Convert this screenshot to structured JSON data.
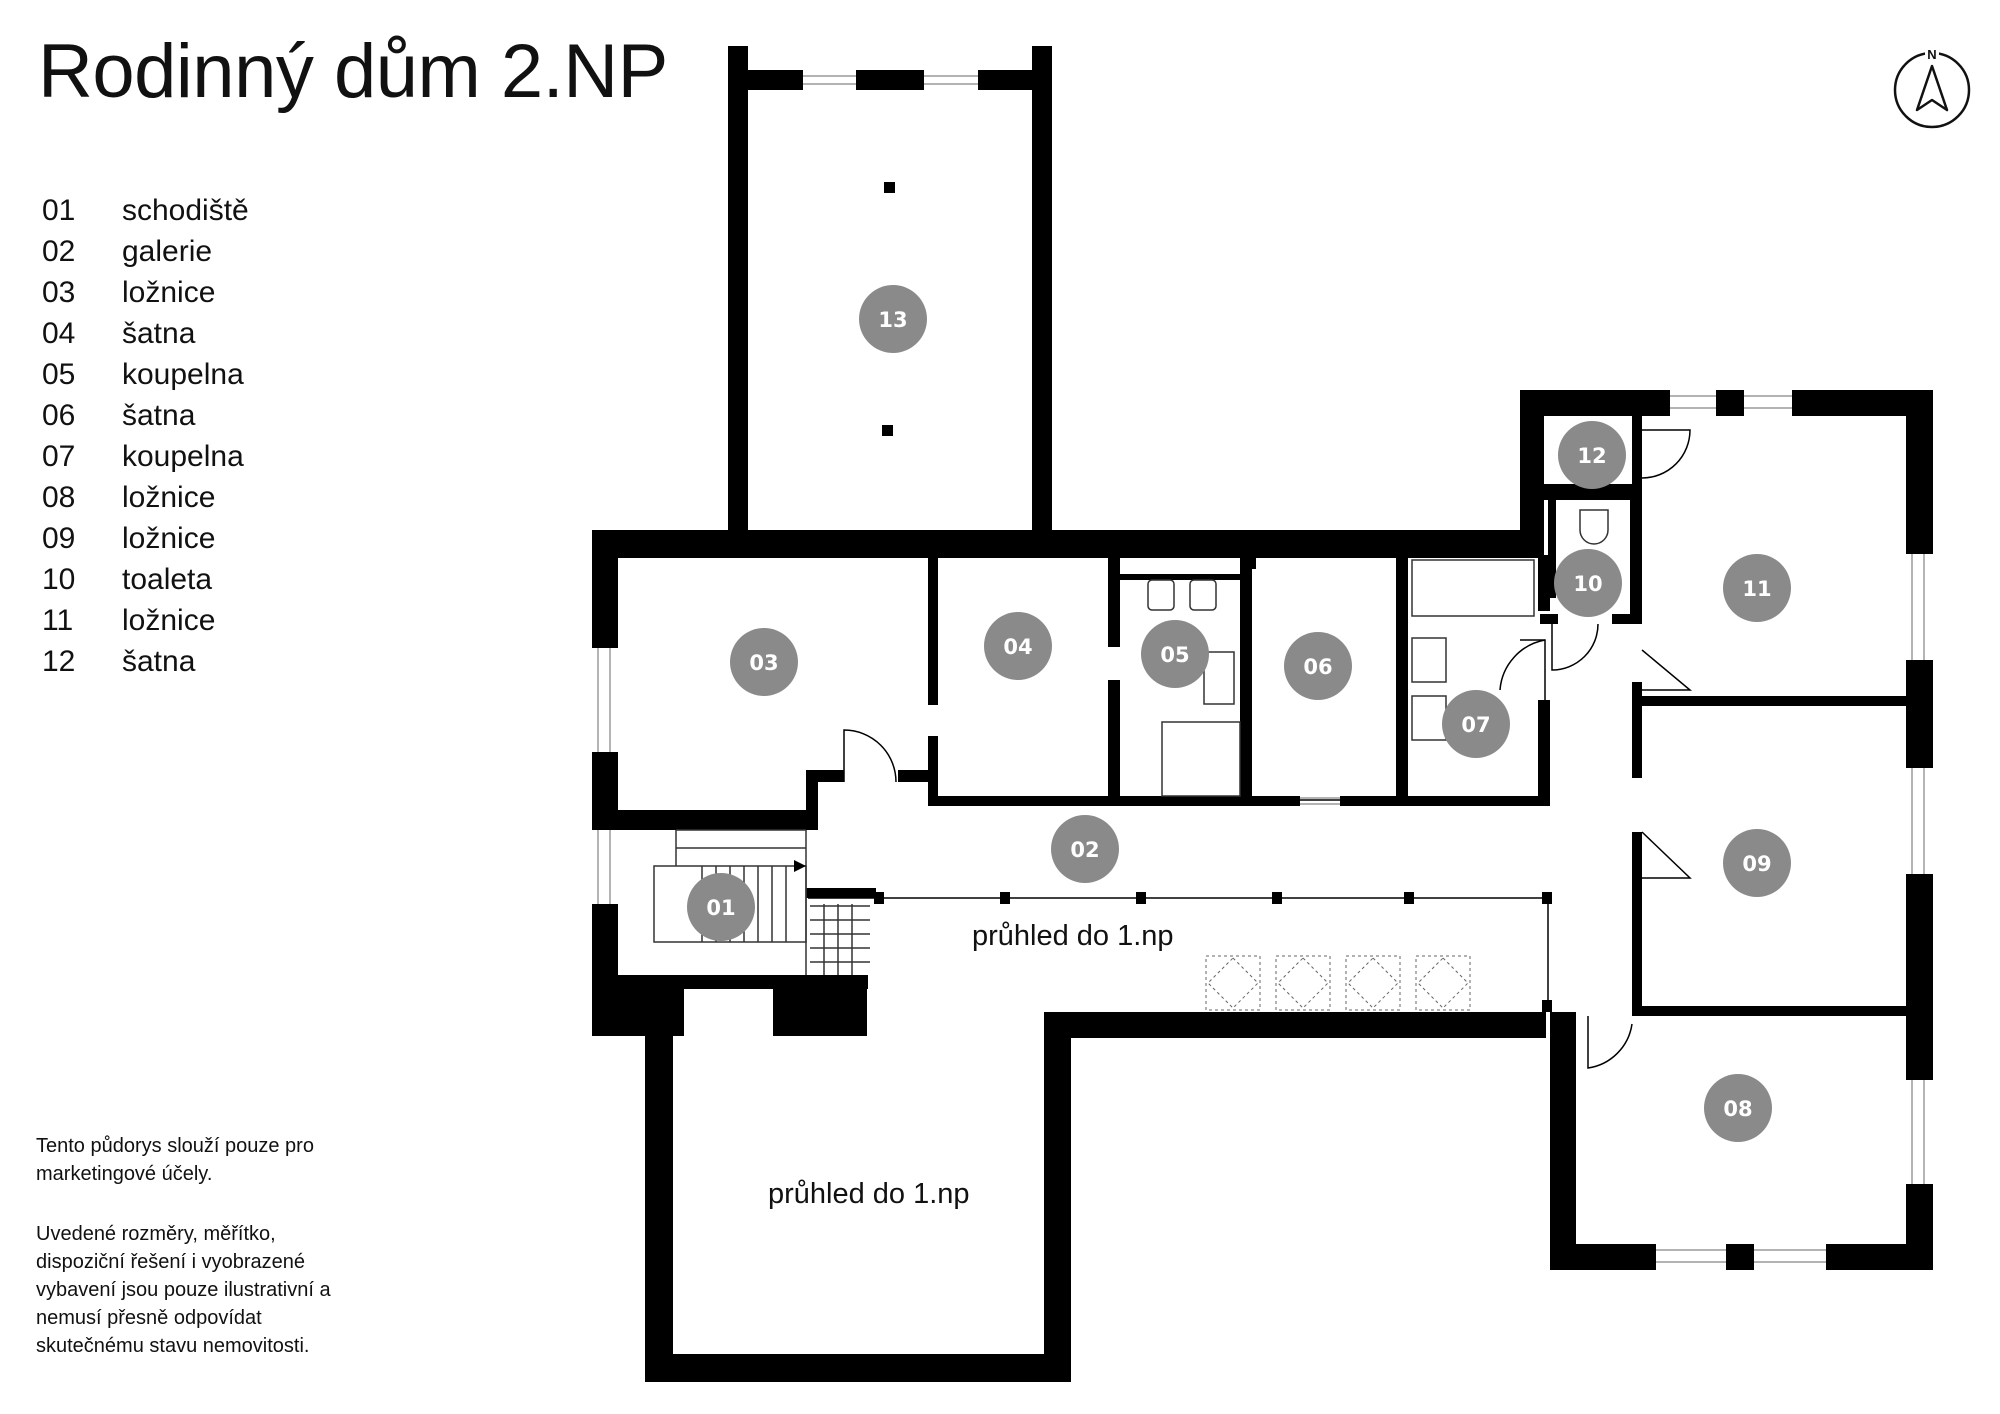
{
  "title": "Rodinný dům 2.NP",
  "legend": [
    {
      "num": "01",
      "name": "schodiště"
    },
    {
      "num": "02",
      "name": "galerie"
    },
    {
      "num": "03",
      "name": "ložnice"
    },
    {
      "num": "04",
      "name": "šatna"
    },
    {
      "num": "05",
      "name": "koupelna"
    },
    {
      "num": "06",
      "name": "šatna"
    },
    {
      "num": "07",
      "name": "koupelna"
    },
    {
      "num": "08",
      "name": "ložnice"
    },
    {
      "num": "09",
      "name": "ložnice"
    },
    {
      "num": "10",
      "name": "toaleta"
    },
    {
      "num": "11",
      "name": "ložnice"
    },
    {
      "num": "12",
      "name": "šatna"
    }
  ],
  "room_labels": {
    "r01": "01",
    "r02": "02",
    "r03": "03",
    "r04": "04",
    "r05": "05",
    "r06": "06",
    "r07": "07",
    "r08": "08",
    "r09": "09",
    "r10": "10",
    "r11": "11",
    "r12": "12",
    "r13": "13"
  },
  "plan_text": {
    "void_gallery": "průhled do 1.np",
    "void_bottom": "průhled do 1.np"
  },
  "compass": {
    "north_letter": "N"
  },
  "notes": {
    "note1": "Tento půdorys slouží pouze pro marketingové účely.",
    "note2": "Uvedené rozměry, měřítko, dispoziční řešení i vyobrazené vybavení jsou pouze ilustrativní a nemusí přesně odpovídat skutečnému stavu nemovitosti."
  },
  "colors": {
    "wall": "#000000",
    "room_label_badge": "#8a8a8a",
    "window": "#9a9a9a"
  }
}
